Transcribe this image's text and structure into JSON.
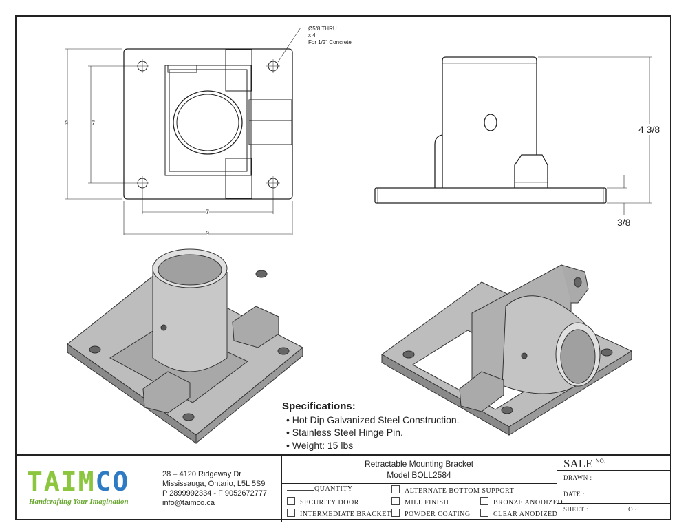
{
  "drawing": {
    "hole_note": [
      "Ø5/8 THRU",
      "x 4",
      "For 1/2\" Concrete"
    ],
    "top_view_dims": {
      "outer_vertical": "9",
      "inner_vertical": "7",
      "inner_horizontal": "7",
      "outer_horizontal": "9"
    },
    "side_view_dims": {
      "height": "4 3/8",
      "plate_thickness": "3/8"
    }
  },
  "specifications": {
    "heading": "Specifications:",
    "items": [
      "• Hot Dip Galvanized Steel Construction.",
      "• Stainless Steel Hinge Pin.",
      "• Weight: 15 lbs"
    ]
  },
  "title_block": {
    "company": {
      "logo_text": "TAIMCO",
      "tagline": "Handcrafting Your Imagination",
      "address_lines": [
        "28 – 4120 Ridgeway Dr",
        "Mississauga, Ontario, L5L 5S9",
        "P 2899992334 - F 9052672777",
        "info@taimco.ca"
      ],
      "colors": {
        "green": "#8cc63f",
        "blue": "#2e7bc4"
      }
    },
    "title_line1": "Retractable Mounting Bracket",
    "title_line2": "Model BOLL2584",
    "quantity_label": "QUANTITY",
    "options": {
      "security_door": "SECURITY DOOR",
      "intermediate_bracket": "INTERMEDIATE BRACKET",
      "alternate_bottom_support": "ALTERNATE BOTTOM SUPPORT",
      "mill_finish": "MILL FINISH",
      "powder_coating": "POWDER COATING",
      "bronze_anodized": "BRONZE ANODIZED",
      "clear_anodized": "CLEAR ANODIZED"
    },
    "sale_label": "SALE",
    "sale_no": "NO.",
    "drawn_label": "DRAWN :",
    "date_label": "DATE :",
    "sheet_label": "SHEET :",
    "of_label": "OF"
  }
}
